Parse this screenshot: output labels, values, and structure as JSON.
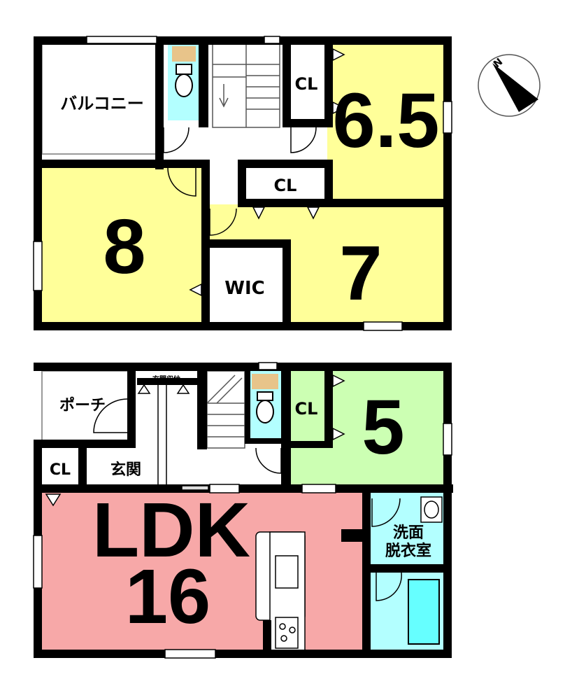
{
  "upper_floor": {
    "balcony": "バルコニー",
    "closet_a": "CL",
    "closet_b": "CL",
    "wic": "WIC",
    "room_65": "6.5",
    "room_8": "8",
    "room_7": "7"
  },
  "lower_floor": {
    "porch": "ポーチ",
    "entrance_storage": "玄関収納",
    "entrance": "玄関",
    "closet_a": "CL",
    "closet_b": "CL",
    "room_5": "5",
    "ldk_label": "LDK",
    "ldk_size": "16",
    "washroom_line1": "洗面",
    "washroom_line2": "脱衣室"
  },
  "compass": {
    "north_label": "N"
  },
  "colors": {
    "yellow_room": "#ffff99",
    "green_room": "#ccffb3",
    "pink_room": "#f7a8a8",
    "water_room": "#b3ffff",
    "bath": "#66ffff",
    "stair_tread": "#e8c48a",
    "wall": "#000000"
  }
}
